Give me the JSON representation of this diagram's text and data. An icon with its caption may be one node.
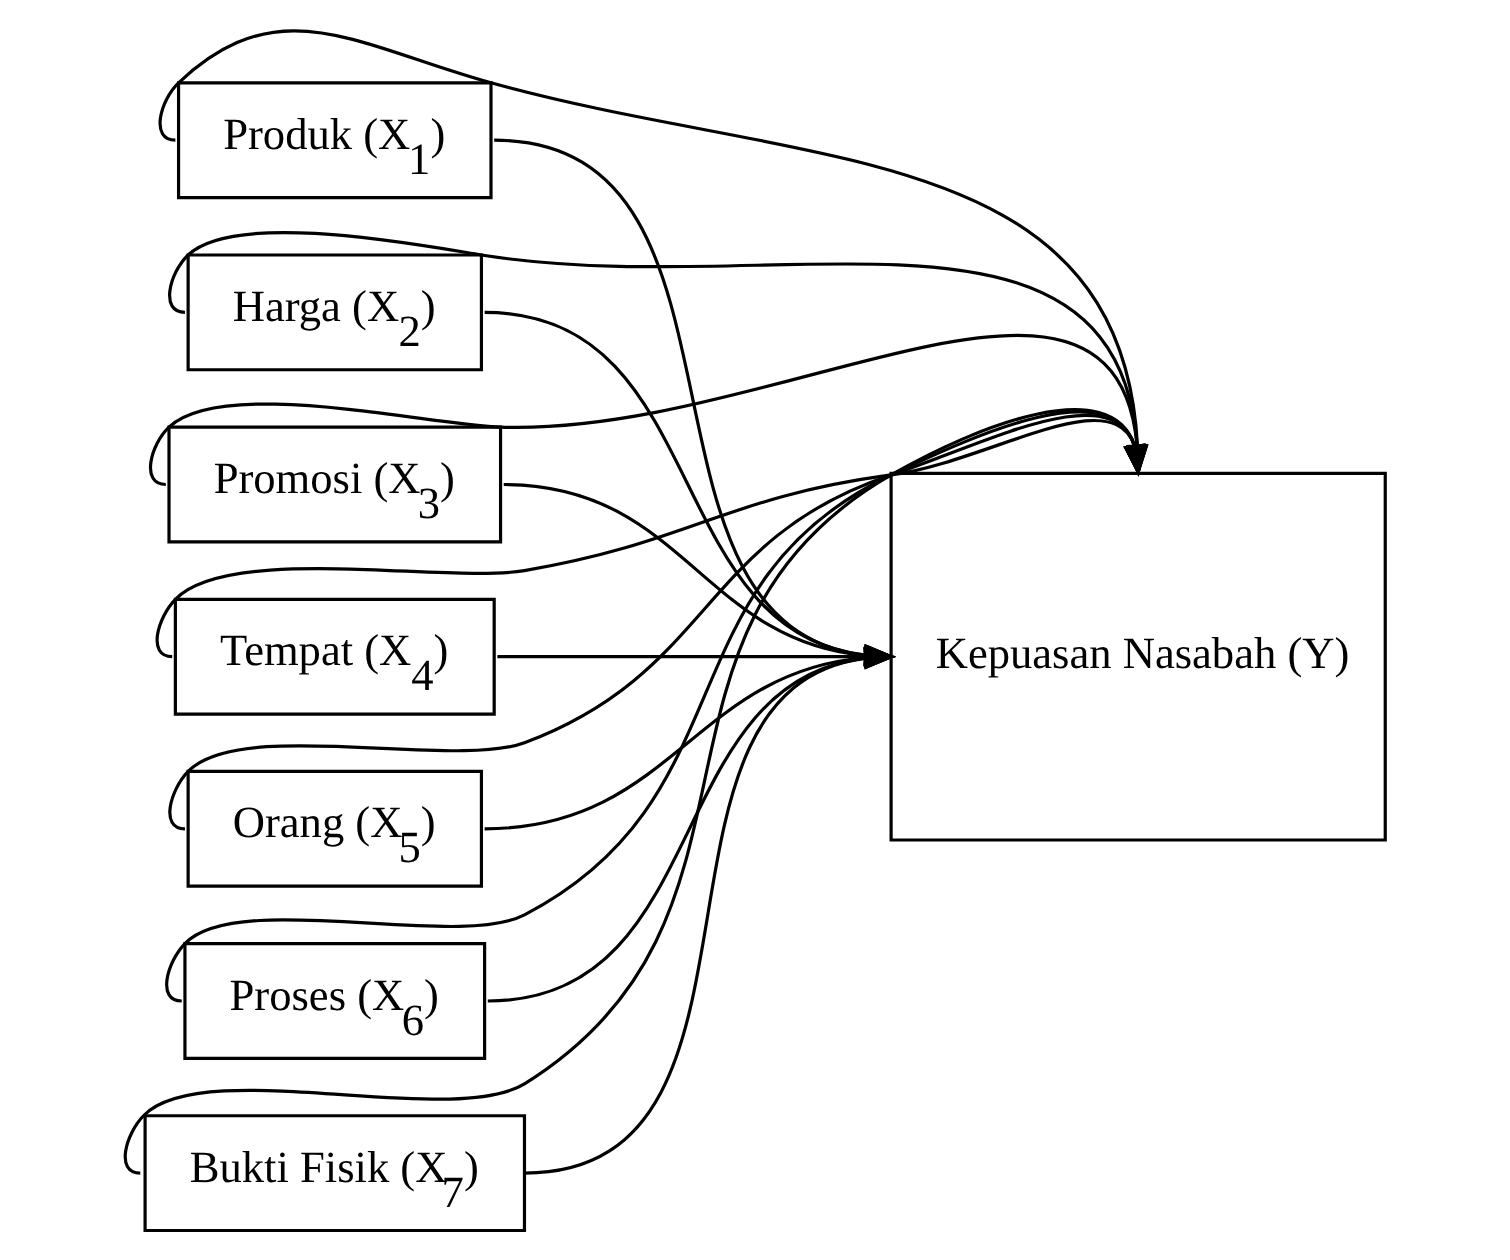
{
  "diagram": {
    "nodes": [
      {
        "text": [
          "Produk (X$_{1}$)"
        ]
      },
      {
        "text": [
          "Harga (X$_{2}$)"
        ]
      },
      {
        "text": [
          "Promosi (X$_{3}$)"
        ]
      },
      {
        "text": [
          "Tempat (X$_{4}$)"
        ]
      },
      {
        "text": [
          "Orang (X$_{5}$)"
        ]
      },
      {
        "text": [
          "Proses (X$_{6}$)"
        ]
      },
      {
        "text": [
          "Bukti Fisik (X$_{7}$)"
        ]
      },
      {
        "text": [
          "Kepuasan Nasabah (Y)"
        ]
      }
    ],
    "edges": [
      {
        "from": 0,
        "to": 7,
        "arrow": "to"
      },
      {
        "from": 1,
        "to": 7,
        "arrow": "to"
      },
      {
        "from": 2,
        "to": 7,
        "arrow": "to"
      },
      {
        "from": 3,
        "to": 7,
        "arrow": "to"
      },
      {
        "from": 4,
        "to": 7,
        "arrow": "to"
      },
      {
        "from": 5,
        "to": 7,
        "arrow": "to"
      },
      {
        "from": 6,
        "to": 7,
        "arrow": "to"
      },
      {
        "from": 0,
        "to": 7,
        "arrow": "to"
      },
      {
        "from": 1,
        "to": 7,
        "arrow": "to"
      },
      {
        "from": 2,
        "to": 7,
        "arrow": "to"
      },
      {
        "from": 3,
        "to": 7,
        "arrow": "to"
      },
      {
        "from": 4,
        "to": 7,
        "arrow": "to"
      },
      {
        "from": 5,
        "to": 7,
        "arrow": "to"
      },
      {
        "from": 6,
        "to": 7,
        "arrow": "to"
      }
    ]
  }
}
